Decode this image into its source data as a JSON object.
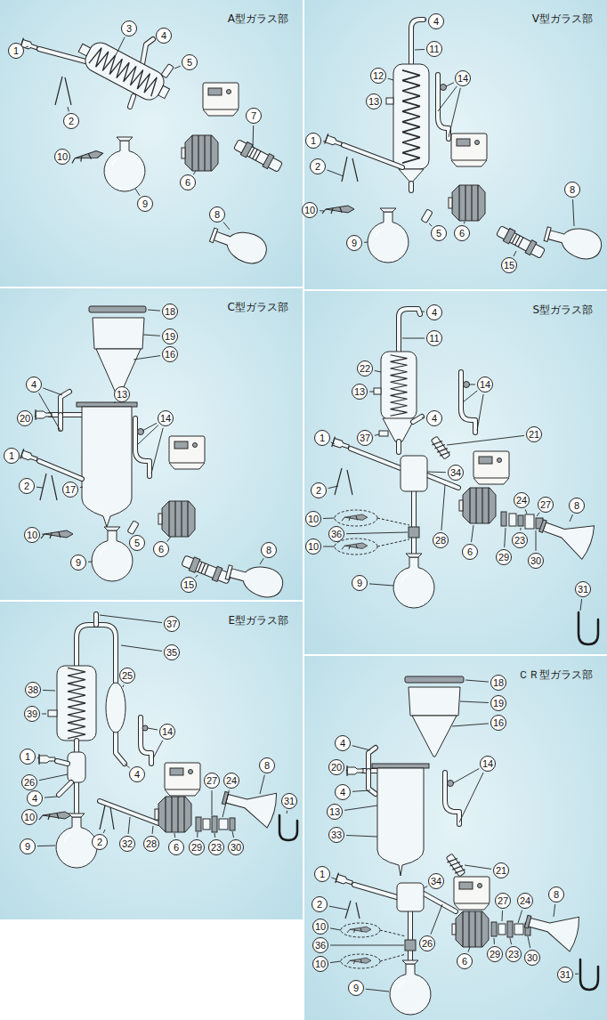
{
  "diagram": {
    "nodes": [
      {
        "text": [
          "A型ガラス部"
        ]
      },
      {
        "text": [
          "V型ガラス部"
        ]
      },
      {
        "text": [
          "C型ガラス部"
        ]
      },
      {
        "text": [
          "S型ガラス部"
        ]
      },
      {
        "text": [
          "E型ガラス部"
        ]
      },
      {
        "text": [
          "ＣＲ型ガラス部"
        ]
      }
    ],
    "labels": [
      "1",
      "2",
      "3",
      "4",
      "5",
      "6",
      "7",
      "8",
      "9",
      "10",
      "4",
      "11",
      "12",
      "13",
      "14",
      "1",
      "2",
      "10",
      "9",
      "5",
      "6",
      "15",
      "8",
      "18",
      "19",
      "16",
      "4",
      "13",
      "20",
      "14",
      "1",
      "2",
      "17",
      "10",
      "9",
      "5",
      "6",
      "15",
      "8",
      "4",
      "11",
      "22",
      "13",
      "14",
      "37",
      "4",
      "21",
      "1",
      "34",
      "2",
      "10",
      "36",
      "10",
      "9",
      "28",
      "6",
      "24",
      "27",
      "8",
      "29",
      "23",
      "30",
      "31",
      "37",
      "35",
      "38",
      "25",
      "39",
      "14",
      "1",
      "26",
      "4",
      "10",
      "9",
      "4",
      "2",
      "32",
      "28",
      "6",
      "29",
      "23",
      "30",
      "27",
      "24",
      "8",
      "31",
      "18",
      "19",
      "16",
      "4",
      "20",
      "4",
      "13",
      "14",
      "33",
      "21",
      "1",
      "2",
      "34",
      "10",
      "36",
      "10",
      "26",
      "6",
      "29",
      "23",
      "30",
      "27",
      "24",
      "8",
      "31",
      "9"
    ]
  }
}
